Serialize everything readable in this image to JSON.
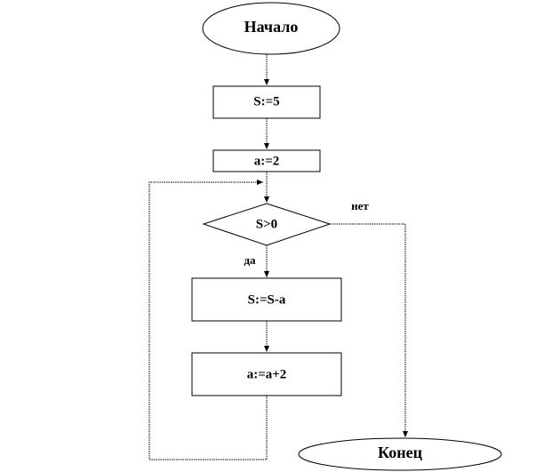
{
  "flowchart": {
    "start": "Начало",
    "s_init": "S:=5",
    "a_init": "a:=2",
    "condition": "S>0",
    "yes_label": "да",
    "no_label": "нет",
    "s_update": "S:=S-a",
    "a_update": "a:=a+2",
    "end": "Конец"
  }
}
